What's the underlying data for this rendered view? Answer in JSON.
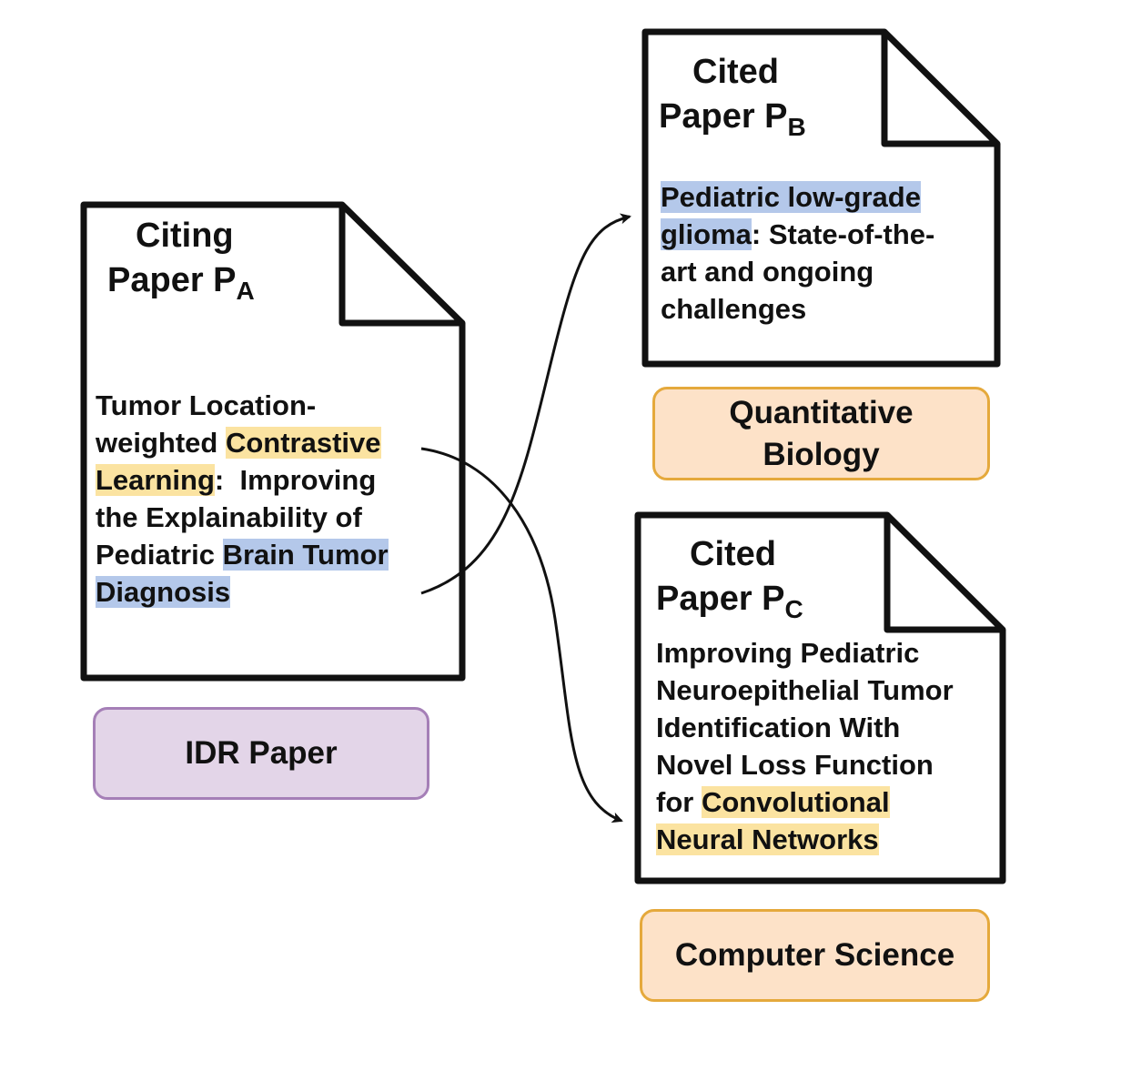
{
  "papers": {
    "citing": {
      "heading_line1": "Citing",
      "heading_line2": "Paper P",
      "subscript": "A",
      "title_parts": [
        "Tumor Location-",
        "weighted ",
        "Contrastive",
        "Learning",
        ":  Improving",
        "the Explainability of",
        "Pediatric ",
        "Brain Tumor",
        "Diagnosis"
      ]
    },
    "cited_b": {
      "heading_line1": "Cited",
      "heading_line2": "Paper P",
      "subscript": "B",
      "title_parts": [
        "Pediatric low-grade",
        "glioma",
        ": State-of-the-",
        "art and ongoing",
        "challenges"
      ]
    },
    "cited_c": {
      "heading_line1": "Cited",
      "heading_line2": "Paper P",
      "subscript": "C",
      "title_parts": [
        "Improving Pediatric",
        "Neuroepithelial Tumor",
        "Identification With",
        "Novel Loss Function",
        "for ",
        "Convolutional",
        "Neural Networks"
      ]
    }
  },
  "labels": {
    "idr": "IDR Paper",
    "quant_bio_line1": "Quantitative",
    "quant_bio_line2": "Biology",
    "cs": "Computer Science"
  },
  "colors": {
    "outline": "#111111",
    "highlight_blue": "#b4c8ea",
    "highlight_yellow": "#fbe3a1",
    "idr_fill": "#e3d5e8",
    "idr_border": "#a57fb7",
    "field_fill": "#fde2c8",
    "field_border": "#e5a93c"
  }
}
